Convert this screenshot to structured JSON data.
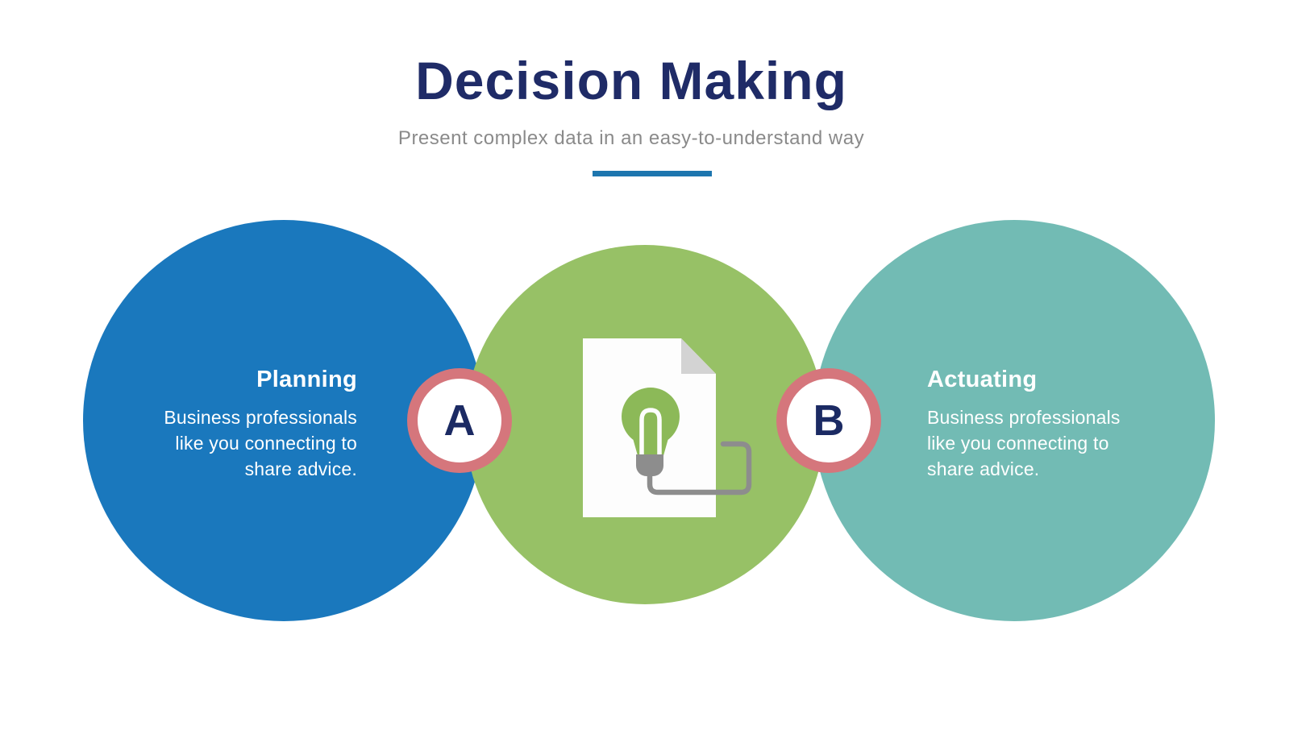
{
  "header": {
    "title": "Decision Making",
    "subtitle": "Present complex data in an easy-to-understand way"
  },
  "nodes": [
    {
      "id": "planning",
      "heading": "Planning",
      "body": "Business professionals like you connecting to share advice.",
      "circle_color": "#1a78bd",
      "text_align": "right"
    },
    {
      "id": "idea",
      "icon": "document-lightbulb-icon",
      "circle_color": "#97c166"
    },
    {
      "id": "actuating",
      "heading": "Actuating",
      "body": "Business professionals like you connecting to share advice.",
      "circle_color": "#72bbb4",
      "text_align": "left"
    }
  ],
  "connectors": [
    {
      "label": "A"
    },
    {
      "label": "B"
    }
  ],
  "colors": {
    "page-bg": "#ffffff",
    "navy": "#1f2b67",
    "subtitle-gray": "#8a8a8a",
    "accent-line": "#1d76af",
    "blue-circle": "#1a78bd",
    "green-circle": "#97c166",
    "teal-circle": "#72bbb4",
    "badge-ring": "#d5767c",
    "badge-letter": "#1b2a63",
    "icon-gray": "#8d8d8d",
    "page-fold": "#d3d3d3",
    "bulb-green": "#8cb958"
  }
}
